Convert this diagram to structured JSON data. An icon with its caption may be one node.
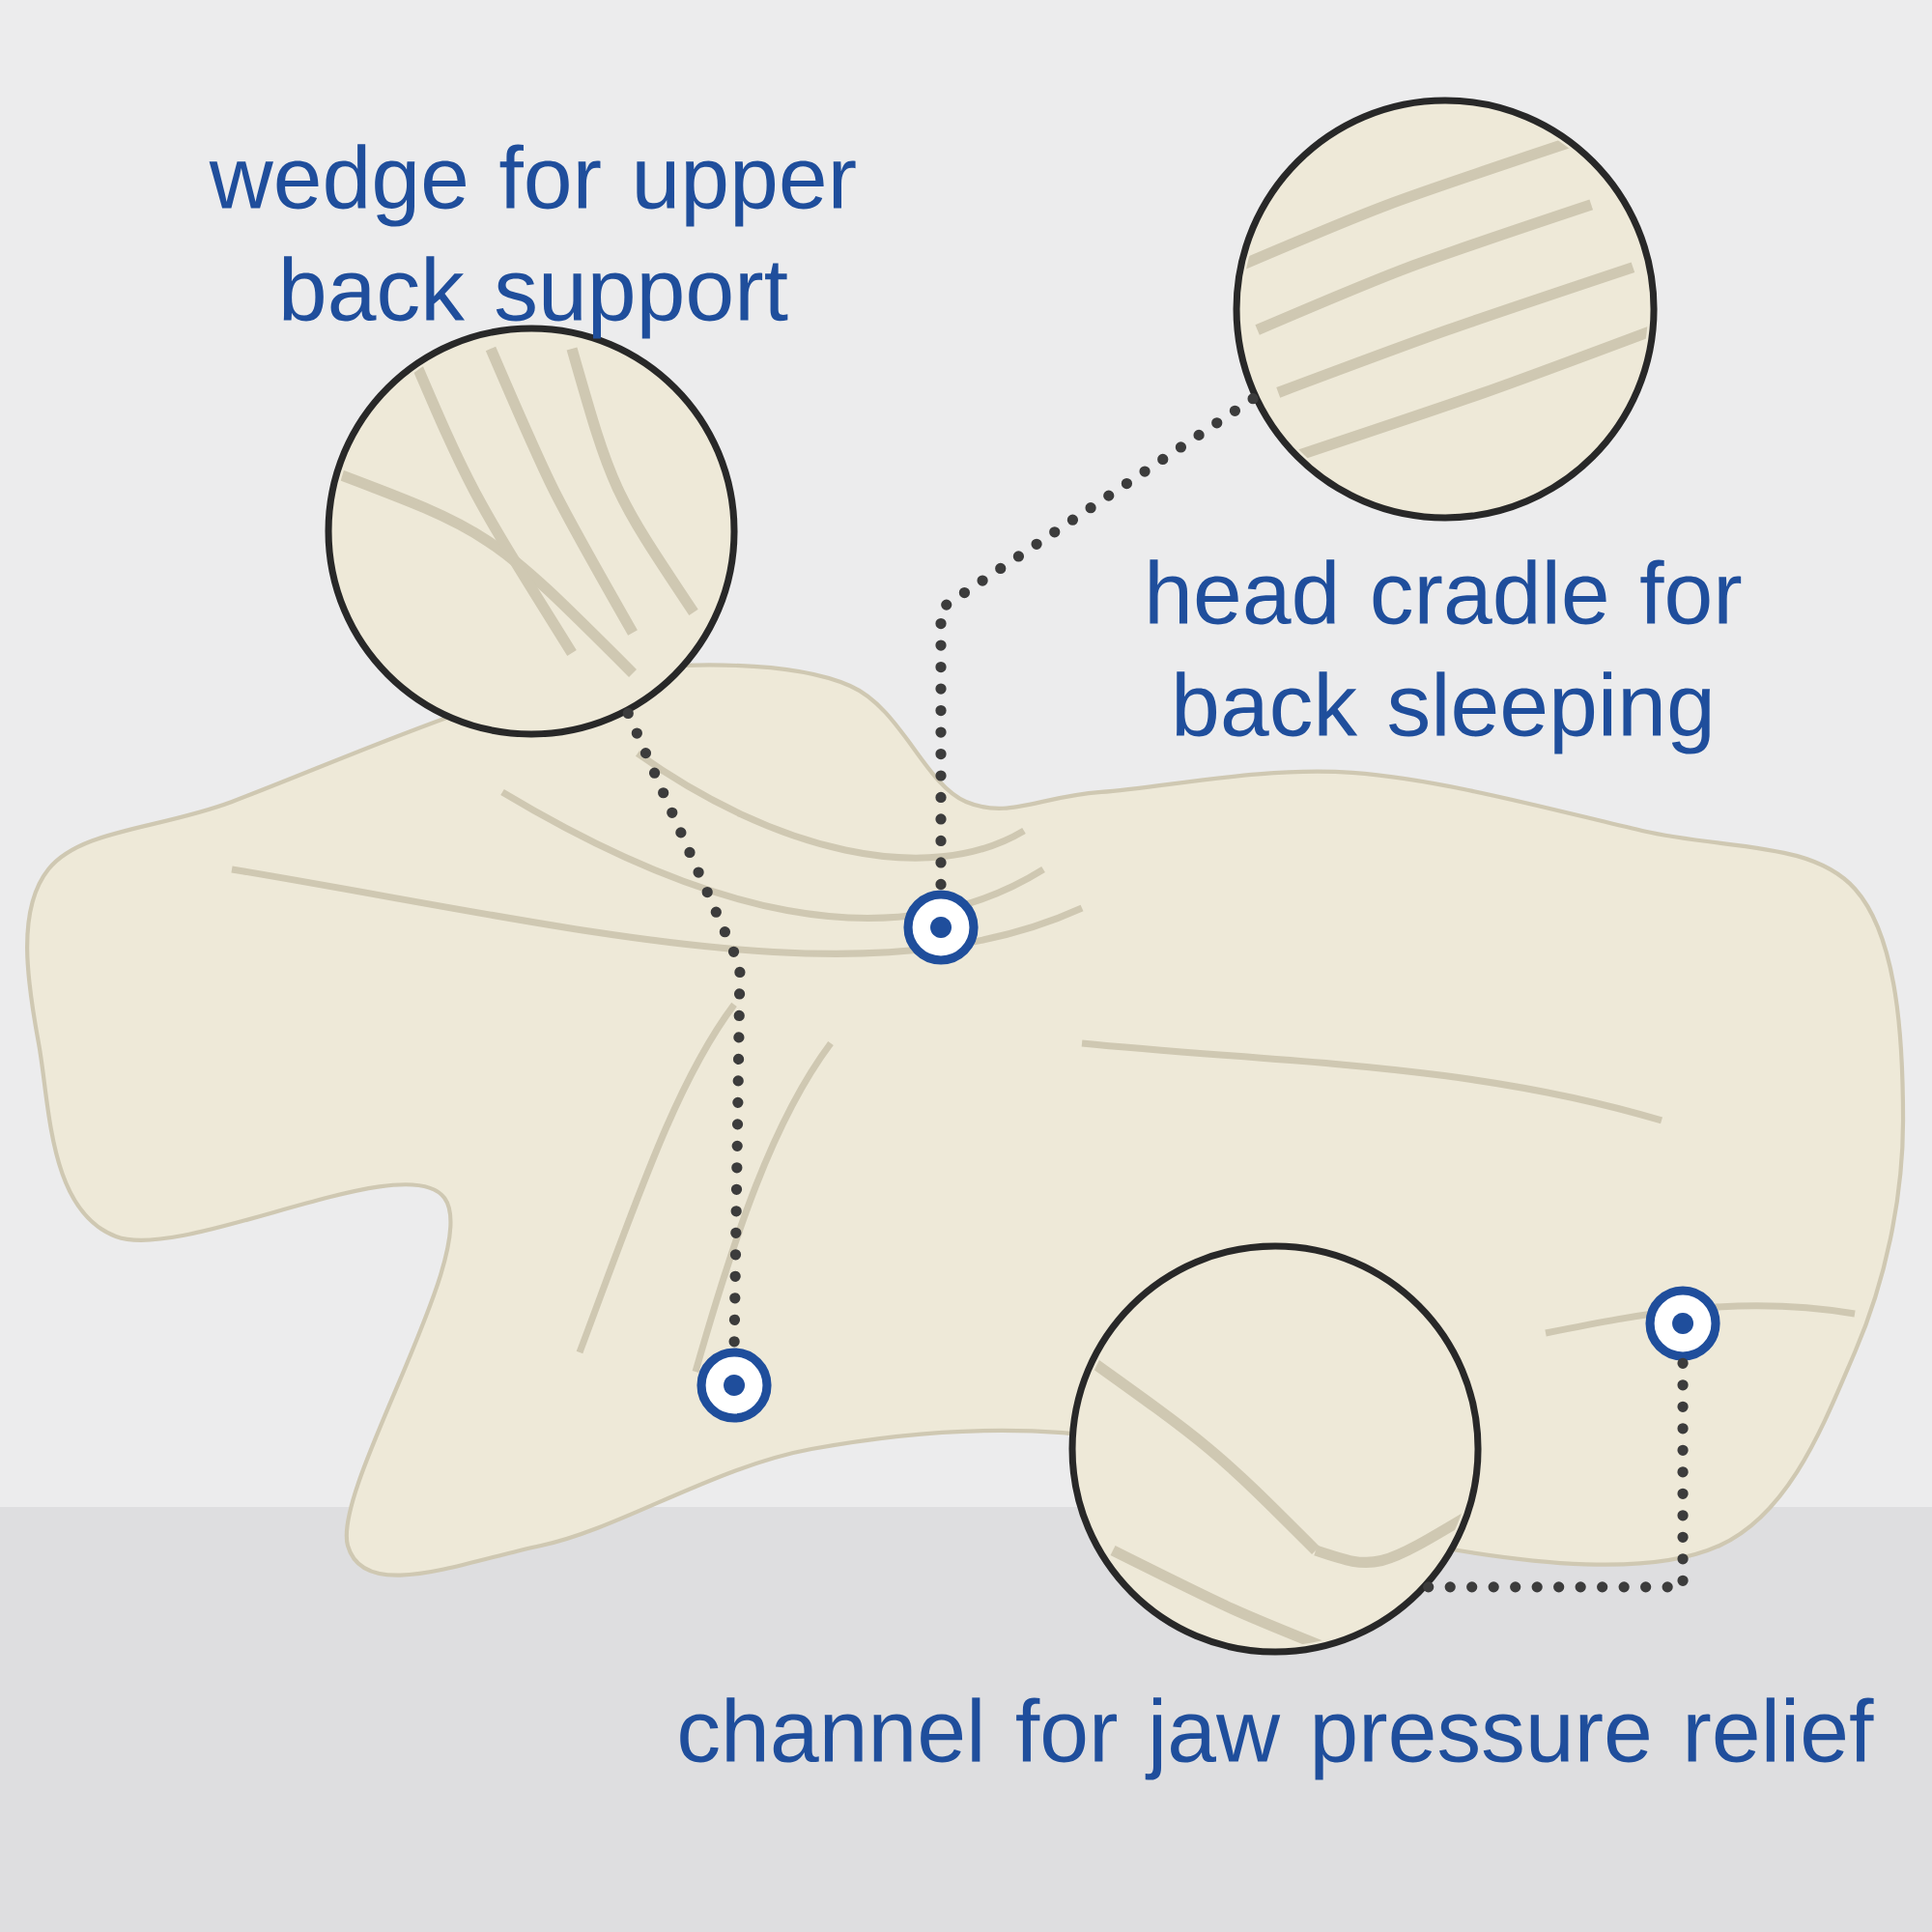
{
  "diagram": {
    "nodes": [
      {
        "text": [
          "wedge for upper back support"
        ]
      },
      {
        "text": [],
        "shape": "circle"
      },
      {
        "text": [
          "head cradle for back sleeping"
        ]
      },
      {
        "text": [],
        "shape": "circle"
      },
      {
        "text": [
          "channel for jaw pressure relief"
        ]
      },
      {
        "text": [],
        "shape": "circle"
      }
    ],
    "edges": [
      {
        "from": 0,
        "to": 1,
        "arrow": "none",
        "style": "dashed"
      },
      {
        "from": 2,
        "to": 3,
        "arrow": "none",
        "style": "dashed"
      },
      {
        "from": 4,
        "to": 5,
        "arrow": "none",
        "style": "dashed"
      }
    ]
  }
}
